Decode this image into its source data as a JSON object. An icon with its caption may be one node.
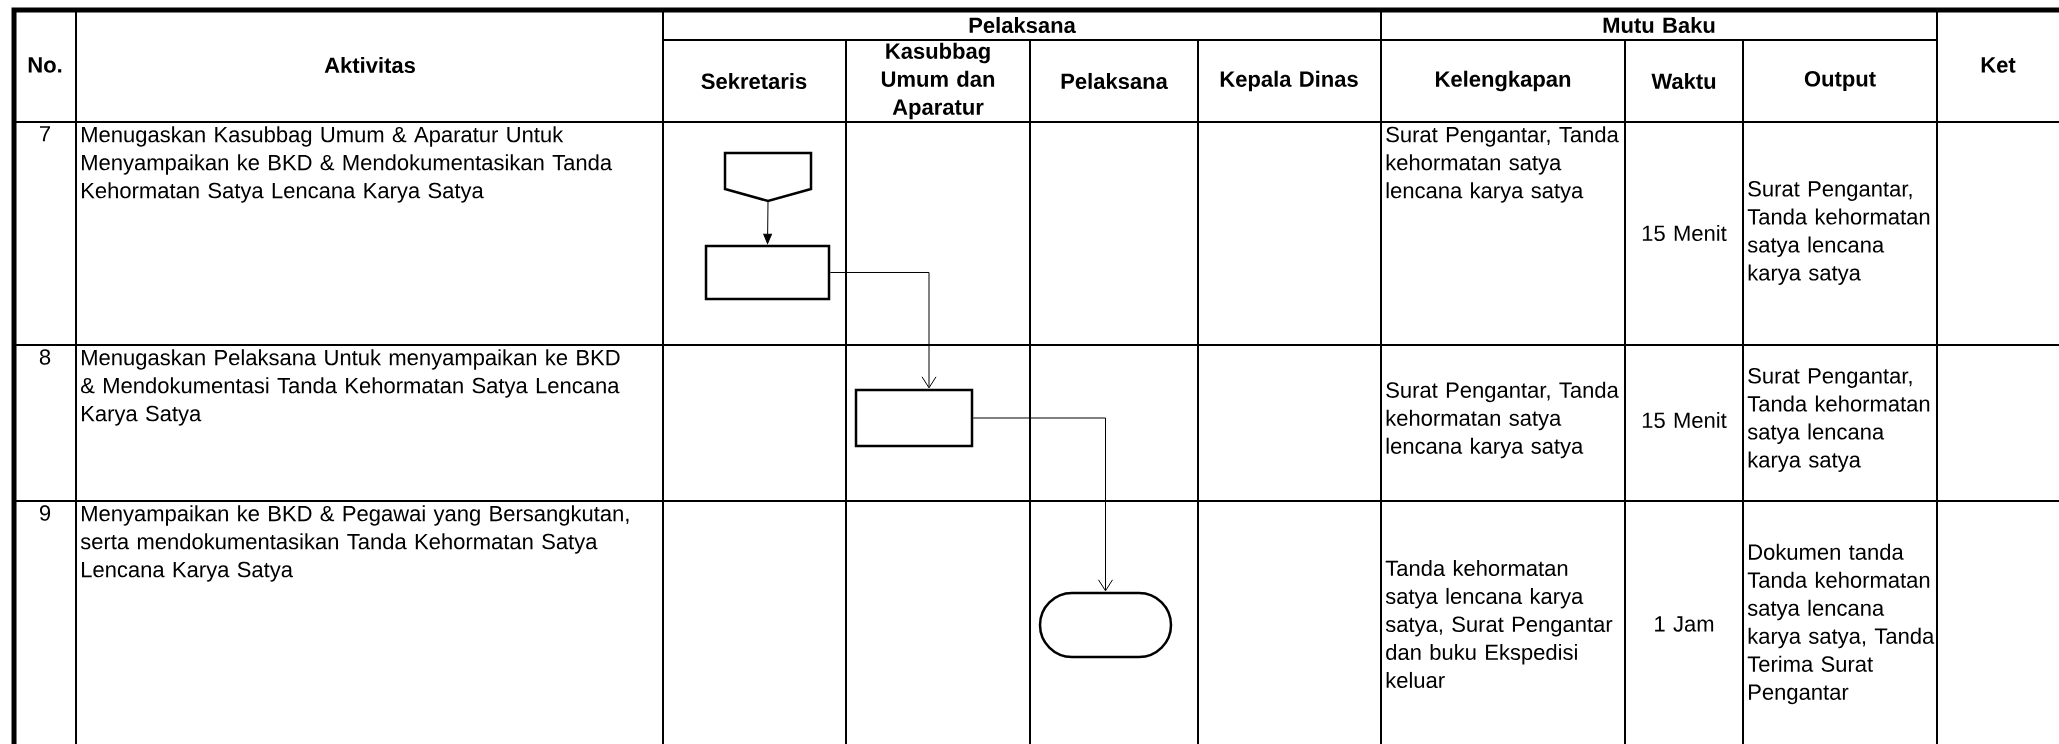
{
  "diagram": {
    "nodes": [
      {
        "text": [],
        "shape": "pentagon"
      },
      {
        "text": [],
        "shape": "box"
      },
      {
        "text": [],
        "shape": "box"
      },
      {
        "text": [],
        "shape": "terminator"
      }
    ],
    "edges": [
      {
        "from": 0,
        "to": 1,
        "arrow": "to"
      },
      {
        "from": 1,
        "to": 2,
        "arrow": "to"
      },
      {
        "from": 2,
        "to": 3,
        "arrow": "to"
      }
    ],
    "labels": [
      "No.",
      "Aktivitas",
      "Pelaksana",
      "Mutu Baku",
      "Ket",
      "Sekretaris",
      "Kasubbag Umum dan Aparatur",
      "Pelaksana",
      "Kepala Dinas",
      "Kelengkapan",
      "Waktu",
      "Output",
      "7",
      "Menugaskan Kasubbag Umum & Aparatur Untuk Menyampaikan ke BKD & Mendokumentasikan Tanda Kehormatan Satya Lencana Karya Satya",
      "Surat Pengantar, Tanda kehormatan satya lencana karya satya",
      "15 Menit",
      "Surat Pengantar, Tanda kehormatan satya lencana karya satya",
      "8",
      "Menugaskan Pelaksana Untuk menyampaikan ke BKD & Mendokumentasi Tanda Kehormatan Satya Lencana Karya Satya",
      "Surat Pengantar, Tanda kehormatan satya lencana karya satya",
      "15 Menit",
      "Surat Pengantar, Tanda kehormatan satya lencana karya satya",
      "9",
      "Menyampaikan ke BKD & Pegawai yang Bersangkutan, serta mendokumentasikan Tanda Kehormatan Satya Lencana Karya Satya",
      "Tanda kehormatan satya lencana karya satya, Surat Pengantar dan buku Ekspedisi keluar",
      "1 Jam",
      "Dokumen tanda Tanda kehormatan satya lencana karya satya, Tanda Terima Surat Pengantar"
    ]
  }
}
